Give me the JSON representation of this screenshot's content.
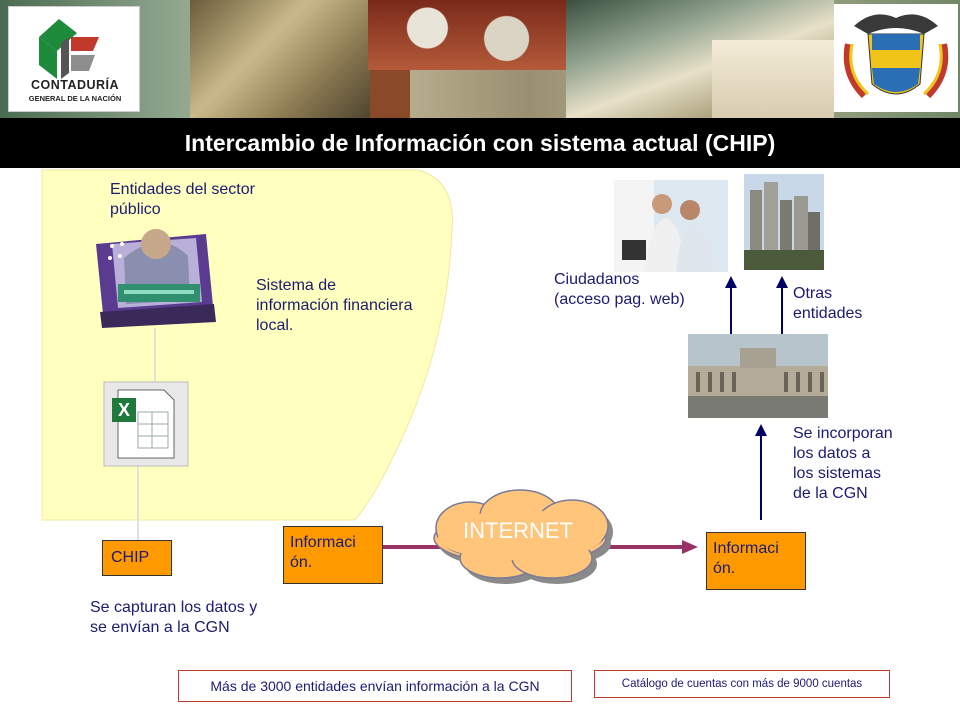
{
  "header": {
    "logo_name": "CONTADURÍA",
    "logo_subtitle": "GENERAL DE LA NACIÓN",
    "title": "Intercambio de Información con sistema actual (CHIP)"
  },
  "left": {
    "entities_label": "Entidades del sector\npúblico",
    "system_label": "Sistema de\ninformación financiera\nlocal.",
    "chip_label": "CHIP",
    "capture_label": "Se capturan los datos y\nse envían a la CGN"
  },
  "center": {
    "info_left_label": "Informaci\nón.",
    "internet_label": "INTERNET",
    "info_right_label": "Informaci\nón."
  },
  "right": {
    "citizens_label": "Ciudadanos\n(acceso pag. web)",
    "other_entities_label": "Otras\nentidades",
    "incorporate_label": "Se incorporan\nlos datos a\nlos sistemas\nde la CGN"
  },
  "footer": {
    "entities_note": "Más de 3000 entidades envían información a la CGN",
    "catalog_note": "Catálogo de cuentas con más de 9000 cuentas"
  },
  "colors": {
    "title_bar": "#000000",
    "title_text": "#ffffff",
    "yellow_area": "#ffffc0",
    "orange_box": "#ff9900",
    "text_navy": "#1b1b72",
    "arrow_purple": "#993366",
    "arrow_navy": "#000066",
    "cloud": "#ffc57a"
  }
}
